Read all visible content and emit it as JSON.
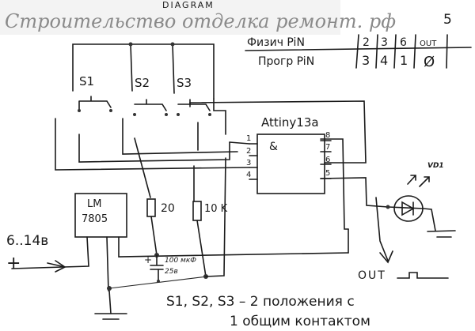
{
  "watermark": {
    "site": "Строительство отделка ремонт. рф",
    "label": "DIAGRAM"
  },
  "corner_number": "5",
  "pin_table": {
    "rows": [
      {
        "label": "Физич PiN",
        "values": [
          "2",
          "3",
          "6",
          "OUT"
        ]
      },
      {
        "label": "Прогр PiN",
        "values": [
          "3",
          "4",
          "1",
          "Ø"
        ]
      }
    ]
  },
  "switches": [
    "S1",
    "S2",
    "S3"
  ],
  "mcu": {
    "name": "Attiny13a",
    "left_pins": [
      "1",
      "2",
      "3",
      "4"
    ],
    "right_pins": [
      "8",
      "7",
      "6",
      "5"
    ]
  },
  "regulator": {
    "line1": "LM",
    "line2": "7805"
  },
  "resistors": [
    "20",
    "10 K"
  ],
  "capacitor": {
    "value": "100 мкФ",
    "voltage": "25в",
    "polarity": "+"
  },
  "power_input": {
    "voltage": "6..14в",
    "polarity": "+"
  },
  "led": {
    "label": "VD1"
  },
  "output": {
    "label": "OUT"
  },
  "note": {
    "line1": "S1, S2, S3  – 2 положения с",
    "line2": "1 общим контактом"
  },
  "colors": {
    "ink": "#1a1a1a",
    "watermark": "#8a8a8a"
  }
}
